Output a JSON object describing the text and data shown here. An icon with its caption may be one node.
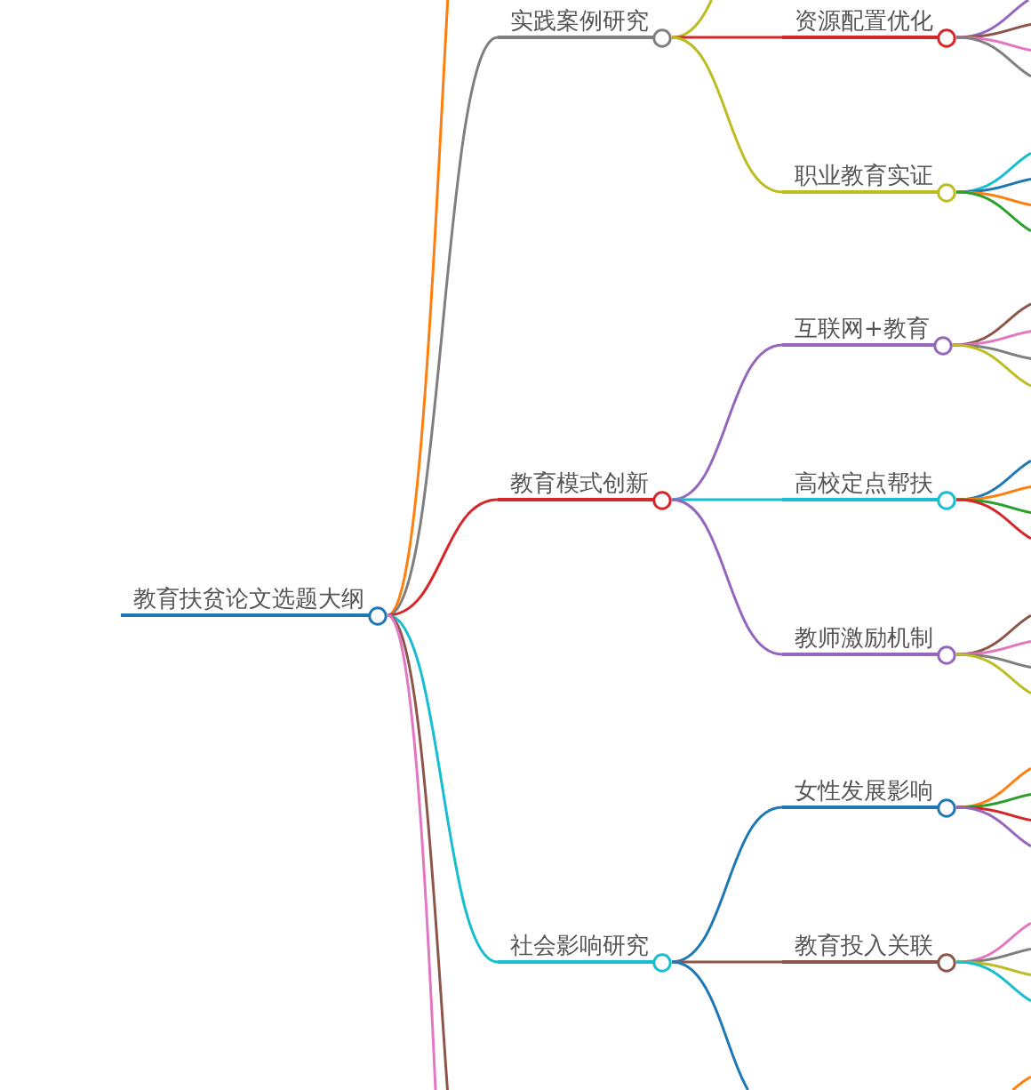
{
  "diagram": {
    "nodes": [
      {
        "text": [
          "教育扶贫论文选题大纲"
        ]
      },
      {
        "text": [
          "实践案例研究"
        ]
      },
      {
        "text": [
          "资源配置优化"
        ]
      },
      {
        "text": [
          "职业教育实证"
        ]
      },
      {
        "text": [
          "教育模式创新"
        ]
      },
      {
        "text": [
          "互联网+教育"
        ]
      },
      {
        "text": [
          "高校定点帮扶"
        ]
      },
      {
        "text": [
          "教师激励机制"
        ]
      },
      {
        "text": [
          "社会影响研究"
        ]
      },
      {
        "text": [
          "女性发展影响"
        ]
      },
      {
        "text": [
          "教育投入关联"
        ]
      }
    ],
    "edges": [
      {
        "from": 0,
        "to": null,
        "arrow": "none",
        "color": "#ff7f0e"
      },
      {
        "from": 0,
        "to": 1,
        "arrow": "none",
        "color": "#7f7f7f"
      },
      {
        "from": 0,
        "to": 4,
        "arrow": "none",
        "color": "#d62728"
      },
      {
        "from": 0,
        "to": 8,
        "arrow": "none",
        "color": "#17becf"
      },
      {
        "from": 0,
        "to": null,
        "arrow": "none",
        "color": "#8c564b"
      },
      {
        "from": 0,
        "to": null,
        "arrow": "none",
        "color": "#e377c2"
      },
      {
        "from": 1,
        "to": null,
        "arrow": "none",
        "color": "#bcbd22"
      },
      {
        "from": 1,
        "to": 2,
        "arrow": "none",
        "color": "#d62728"
      },
      {
        "from": 1,
        "to": 3,
        "arrow": "none",
        "color": "#bcbd22"
      },
      {
        "from": 2,
        "to": null,
        "arrow": "none",
        "color": "#9467bd"
      },
      {
        "from": 2,
        "to": null,
        "arrow": "none",
        "color": "#8c564b"
      },
      {
        "from": 2,
        "to": null,
        "arrow": "none",
        "color": "#e377c2"
      },
      {
        "from": 2,
        "to": null,
        "arrow": "none",
        "color": "#7f7f7f"
      },
      {
        "from": 3,
        "to": null,
        "arrow": "none",
        "color": "#17becf"
      },
      {
        "from": 3,
        "to": null,
        "arrow": "none",
        "color": "#1f77b4"
      },
      {
        "from": 3,
        "to": null,
        "arrow": "none",
        "color": "#ff7f0e"
      },
      {
        "from": 3,
        "to": null,
        "arrow": "none",
        "color": "#2ca02c"
      },
      {
        "from": 4,
        "to": 5,
        "arrow": "none",
        "color": "#9467bd"
      },
      {
        "from": 4,
        "to": 6,
        "arrow": "none",
        "color": "#17becf"
      },
      {
        "from": 4,
        "to": 7,
        "arrow": "none",
        "color": "#9467bd"
      },
      {
        "from": 5,
        "to": null,
        "arrow": "none",
        "color": "#8c564b"
      },
      {
        "from": 5,
        "to": null,
        "arrow": "none",
        "color": "#e377c2"
      },
      {
        "from": 5,
        "to": null,
        "arrow": "none",
        "color": "#7f7f7f"
      },
      {
        "from": 5,
        "to": null,
        "arrow": "none",
        "color": "#bcbd22"
      },
      {
        "from": 6,
        "to": null,
        "arrow": "none",
        "color": "#1f77b4"
      },
      {
        "from": 6,
        "to": null,
        "arrow": "none",
        "color": "#ff7f0e"
      },
      {
        "from": 6,
        "to": null,
        "arrow": "none",
        "color": "#2ca02c"
      },
      {
        "from": 6,
        "to": null,
        "arrow": "none",
        "color": "#d62728"
      },
      {
        "from": 7,
        "to": null,
        "arrow": "none",
        "color": "#8c564b"
      },
      {
        "from": 7,
        "to": null,
        "arrow": "none",
        "color": "#e377c2"
      },
      {
        "from": 7,
        "to": null,
        "arrow": "none",
        "color": "#7f7f7f"
      },
      {
        "from": 7,
        "to": null,
        "arrow": "none",
        "color": "#bcbd22"
      },
      {
        "from": 8,
        "to": 9,
        "arrow": "none",
        "color": "#1f77b4"
      },
      {
        "from": 8,
        "to": 10,
        "arrow": "none",
        "color": "#8c564b"
      },
      {
        "from": 8,
        "to": null,
        "arrow": "none",
        "color": "#1f77b4"
      },
      {
        "from": 9,
        "to": null,
        "arrow": "none",
        "color": "#ff7f0e"
      },
      {
        "from": 9,
        "to": null,
        "arrow": "none",
        "color": "#2ca02c"
      },
      {
        "from": 9,
        "to": null,
        "arrow": "none",
        "color": "#d62728"
      },
      {
        "from": 9,
        "to": null,
        "arrow": "none",
        "color": "#9467bd"
      },
      {
        "from": 10,
        "to": null,
        "arrow": "none",
        "color": "#e377c2"
      },
      {
        "from": 10,
        "to": null,
        "arrow": "none",
        "color": "#7f7f7f"
      },
      {
        "from": 10,
        "to": null,
        "arrow": "none",
        "color": "#bcbd22"
      },
      {
        "from": 10,
        "to": null,
        "arrow": "none",
        "color": "#17becf"
      }
    ]
  }
}
